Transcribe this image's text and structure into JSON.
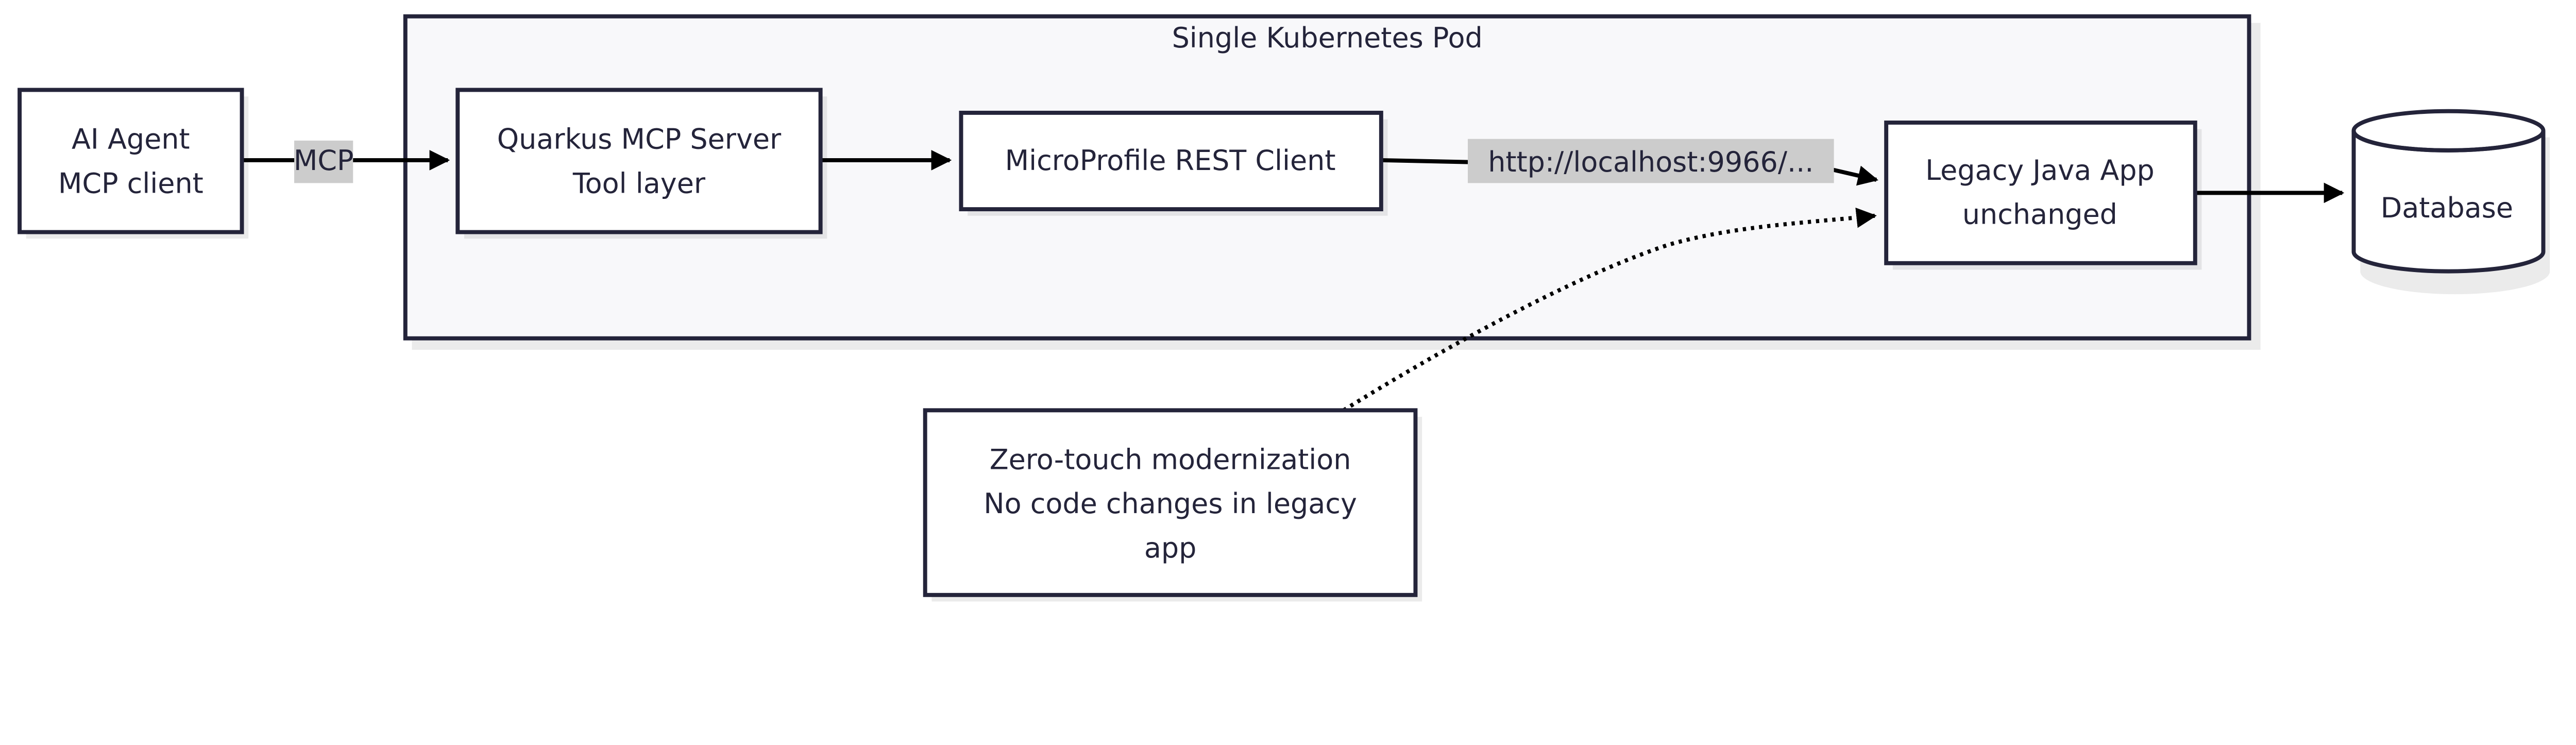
{
  "diagram": {
    "type": "flowchart",
    "direction": "left-to-right",
    "group": {
      "title": "Single Kubernetes Pod"
    },
    "nodes": [
      {
        "id": "agent",
        "lines": [
          "AI Agent",
          "MCP client"
        ]
      },
      {
        "id": "quarkus",
        "lines": [
          "Quarkus MCP Server",
          "Tool layer"
        ]
      },
      {
        "id": "rest",
        "lines": [
          "MicroProfile REST Client"
        ]
      },
      {
        "id": "legacy",
        "lines": [
          "Legacy Java App",
          "unchanged"
        ]
      },
      {
        "id": "db",
        "lines": [
          "Database"
        ],
        "shape": "cylinder"
      },
      {
        "id": "note",
        "lines": [
          "Zero-touch modernization",
          "No code changes in legacy",
          "app"
        ]
      }
    ],
    "edges": [
      {
        "from": "agent",
        "to": "quarkus",
        "label": "MCP"
      },
      {
        "from": "quarkus",
        "to": "rest",
        "label": ""
      },
      {
        "from": "rest",
        "to": "legacy",
        "label": "http://localhost:9966/..."
      },
      {
        "from": "legacy",
        "to": "db",
        "label": ""
      },
      {
        "from": "note",
        "to": "legacy",
        "label": "",
        "style": "dotted"
      }
    ],
    "colors": {
      "stroke": "#24243a",
      "group_fill": "#f8f8fa",
      "label_bg": "#cccccc",
      "edge": "#000000"
    }
  }
}
